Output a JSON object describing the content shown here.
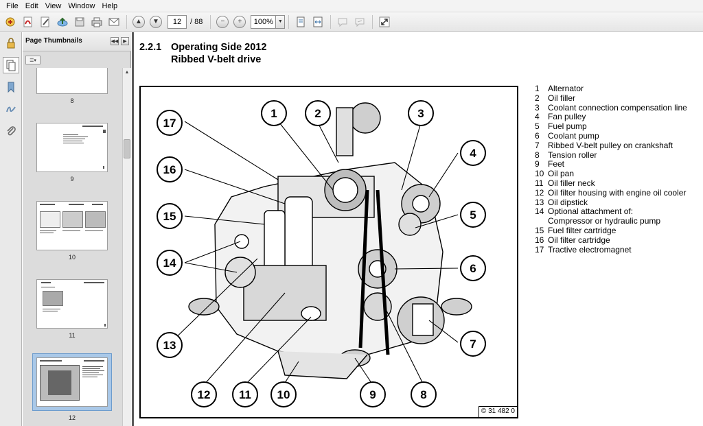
{
  "menubar": {
    "items": [
      "File",
      "Edit",
      "View",
      "Window",
      "Help"
    ]
  },
  "toolbar": {
    "page_current": "12",
    "page_total": "/ 88",
    "zoom": "100%"
  },
  "thumbnails": {
    "title": "Page Thumbnails",
    "pages": [
      {
        "num": "8"
      },
      {
        "num": "9"
      },
      {
        "num": "10"
      },
      {
        "num": "11"
      },
      {
        "num": "12",
        "selected": true
      }
    ]
  },
  "document": {
    "section_number": "2.2.1",
    "section_title": "Operating Side 2012",
    "section_subtitle": "Ribbed V-belt drive",
    "figure_code": "© 31 482 0",
    "callouts": [
      "1",
      "2",
      "3",
      "4",
      "5",
      "6",
      "7",
      "8",
      "9",
      "10",
      "11",
      "12",
      "13",
      "14",
      "15",
      "16",
      "17"
    ],
    "legend": [
      {
        "num": "1",
        "text": "Alternator"
      },
      {
        "num": "2",
        "text": "Oil filler"
      },
      {
        "num": "3",
        "text": "Coolant connection compensation line"
      },
      {
        "num": "4",
        "text": "Fan pulley"
      },
      {
        "num": "5",
        "text": "Fuel pump"
      },
      {
        "num": "6",
        "text": "Coolant pump"
      },
      {
        "num": "7",
        "text": "Ribbed V-belt pulley on crankshaft"
      },
      {
        "num": "8",
        "text": "Tension roller"
      },
      {
        "num": "9",
        "text": "Feet"
      },
      {
        "num": "10",
        "text": "Oil pan"
      },
      {
        "num": "11",
        "text": "Oil filler neck"
      },
      {
        "num": "12",
        "text": "Oil filter housing with engine oil cooler"
      },
      {
        "num": "13",
        "text": "Oil dipstick"
      },
      {
        "num": "14",
        "text": "Optional attachment of:"
      },
      {
        "num": "",
        "text": "Compressor or hydraulic pump"
      },
      {
        "num": "15",
        "text": "Fuel filter cartridge"
      },
      {
        "num": "16",
        "text": "Oil filter cartridge"
      },
      {
        "num": "17",
        "text": "Tractive electromagnet"
      }
    ]
  }
}
